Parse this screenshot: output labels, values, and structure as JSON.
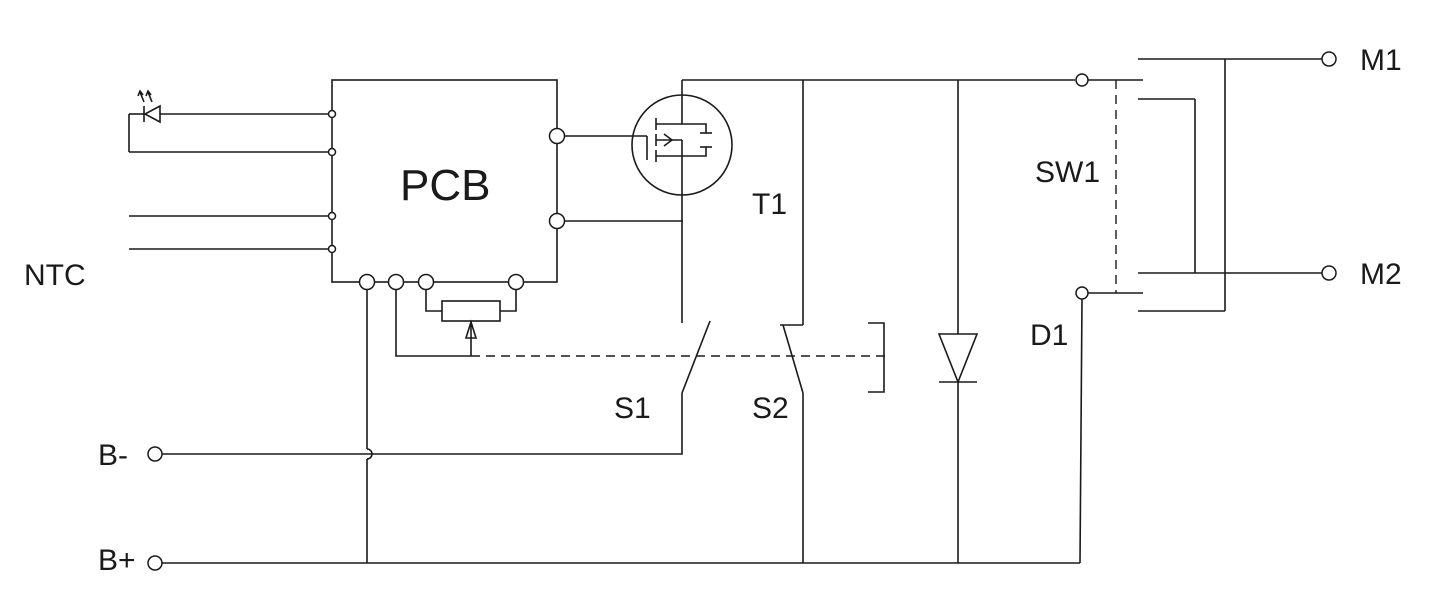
{
  "labels": {
    "pcb": "PCB",
    "ntc": "NTC",
    "b_minus": "B-",
    "b_plus": "B+",
    "t1": "T1",
    "s1": "S1",
    "s2": "S2",
    "sw1": "SW1",
    "d1": "D1",
    "m1": "M1",
    "m2": "M2"
  },
  "colors": {
    "line": "#1a1a1a",
    "background": "#ffffff"
  }
}
